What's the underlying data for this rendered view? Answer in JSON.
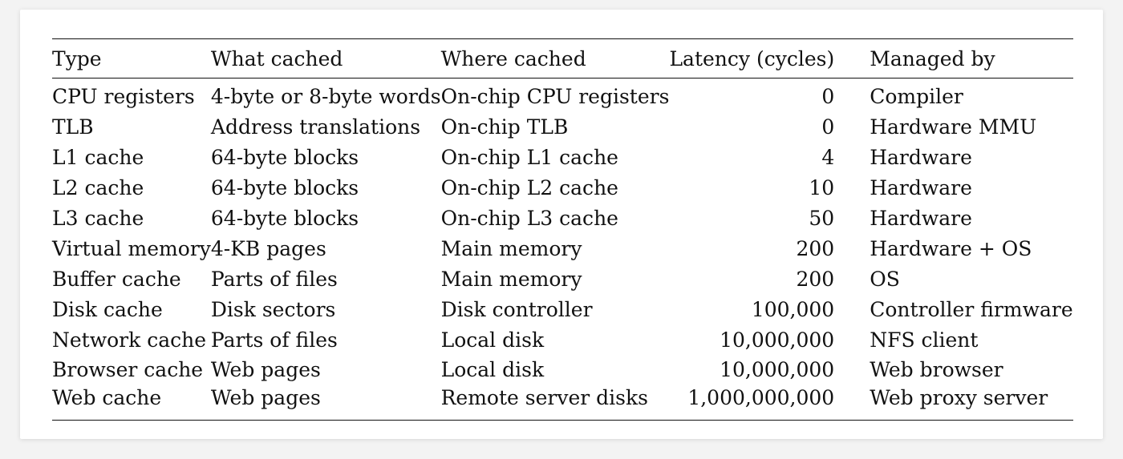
{
  "table": {
    "headers": [
      "Type",
      "What cached",
      "Where cached",
      "Latency (cycles)",
      "Managed by"
    ],
    "rows": [
      [
        "CPU registers",
        "4-byte or 8-byte words",
        "On-chip CPU registers",
        "0",
        "Compiler"
      ],
      [
        "TLB",
        "Address translations",
        "On-chip TLB",
        "0",
        "Hardware MMU"
      ],
      [
        "L1 cache",
        "64-byte blocks",
        "On-chip L1 cache",
        "4",
        "Hardware"
      ],
      [
        "L2 cache",
        "64-byte blocks",
        "On-chip L2 cache",
        "10",
        "Hardware"
      ],
      [
        "L3 cache",
        "64-byte blocks",
        "On-chip L3 cache",
        "50",
        "Hardware"
      ],
      [
        "Virtual memory",
        "4-KB pages",
        "Main memory",
        "200",
        "Hardware + OS"
      ],
      [
        "Buffer cache",
        "Parts of files",
        "Main memory",
        "200",
        "OS"
      ],
      [
        "Disk cache",
        "Disk sectors",
        "Disk controller",
        "100,000",
        "Controller firmware"
      ],
      [
        "Network cache",
        "Parts of files",
        "Local disk",
        "10,000,000",
        "NFS client"
      ],
      [
        "Browser cache",
        "Web pages",
        "Local disk",
        "10,000,000",
        "Web browser"
      ],
      [
        "Web cache",
        "Web pages",
        "Remote server disks",
        "1,000,000,000",
        "Web proxy server"
      ]
    ]
  }
}
